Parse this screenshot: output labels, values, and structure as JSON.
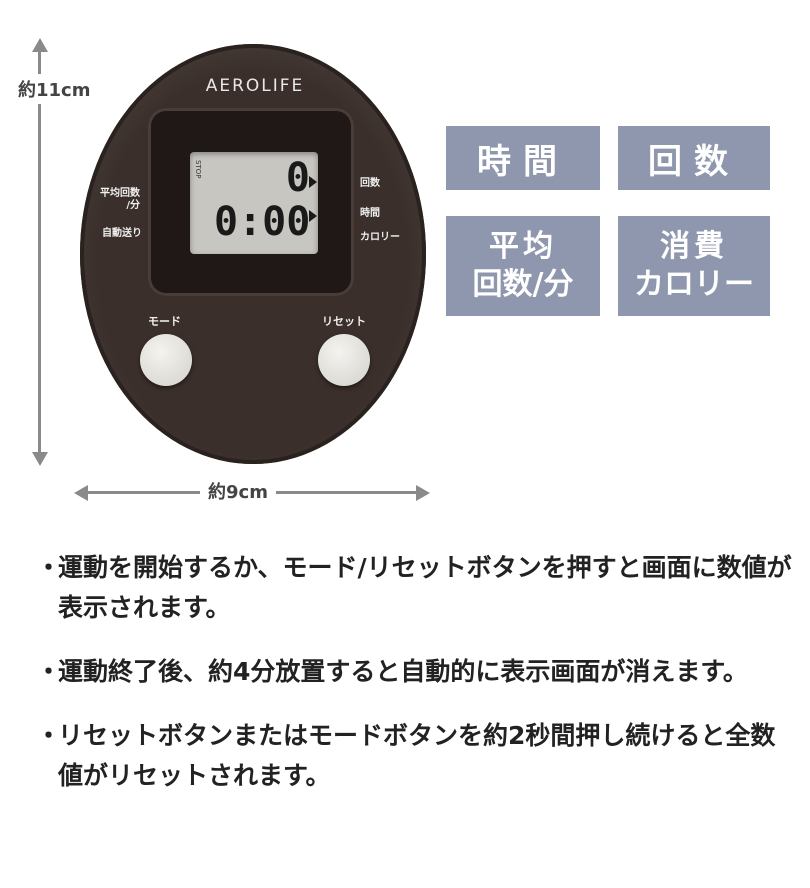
{
  "dimensions": {
    "height_label": "約11cm",
    "width_label": "約9cm"
  },
  "device": {
    "brand": "AEROLIFE",
    "lcd": {
      "indicator": "STOP",
      "count_display": "0",
      "time_display": "0:00"
    },
    "labels": {
      "left_top": "平均回数\n/分",
      "left_bottom": "自動送り",
      "right_count": "回数",
      "right_time": "時間",
      "right_cal": "カロリー",
      "mode_button": "モード",
      "reset_button": "リセット"
    },
    "body_color": "#3a2f2b"
  },
  "tags": [
    {
      "text": "時間"
    },
    {
      "text": "回数"
    },
    {
      "line1": "平均",
      "line2": "回数/分"
    },
    {
      "line1": "消費",
      "line2": "カロリー"
    }
  ],
  "tag_color": "#8e97ad",
  "bullets": [
    "運動を開始するか、モード/リセットボタンを押すと画面に数値が表示されます。",
    "運動終了後、約4分放置すると自動的に表示画面が消えます。",
    "リセットボタンまたはモードボタンを約2秒間押し続けると全数値がリセットされます。"
  ],
  "bullet_marker": "・"
}
